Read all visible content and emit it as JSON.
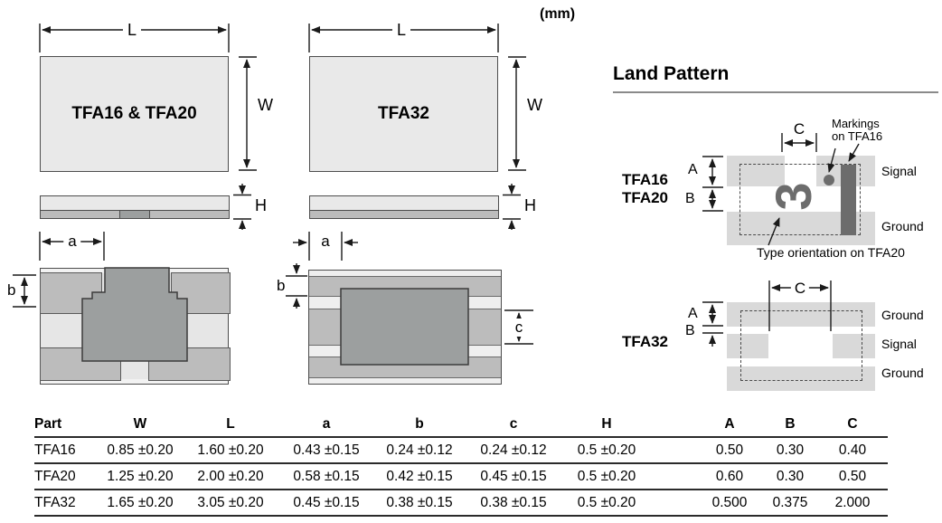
{
  "unit": "(mm)",
  "pkg1": {
    "title": "TFA16 & TFA20",
    "L": "L",
    "W": "W",
    "H": "H",
    "a": "a",
    "b": "b"
  },
  "pkg2": {
    "title": "TFA32",
    "L": "L",
    "W": "W",
    "H": "H",
    "a": "a",
    "b": "b",
    "c": "c"
  },
  "land": {
    "title": "Land Pattern",
    "p1": {
      "part1": "TFA16",
      "part2": "TFA20",
      "A": "A",
      "B": "B",
      "C": "C",
      "markings1": "Markings",
      "markings2": "on TFA16",
      "signal": "Signal",
      "ground": "Ground",
      "glyph": "3",
      "note": "Type orientation on TFA20"
    },
    "p2": {
      "part": "TFA32",
      "A": "A",
      "B": "B",
      "C": "C",
      "ground_top": "Ground",
      "signal": "Signal",
      "ground_bottom": "Ground"
    }
  },
  "table": {
    "headers": [
      "Part",
      "W",
      "L",
      "a",
      "b",
      "c",
      "H",
      "A",
      "B",
      "C"
    ],
    "rows": [
      [
        "TFA16",
        "0.85 ±0.20",
        "1.60 ±0.20",
        "0.43 ±0.15",
        "0.24 ±0.12",
        "0.24 ±0.12",
        "0.5 ±0.20",
        "0.50",
        "0.30",
        "0.40"
      ],
      [
        "TFA20",
        "1.25 ±0.20",
        "2.00 ±0.20",
        "0.58 ±0.15",
        "0.42 ±0.15",
        "0.45 ±0.15",
        "0.5 ±0.20",
        "0.60",
        "0.30",
        "0.50"
      ],
      [
        "TFA32",
        "1.65 ±0.20",
        "3.05 ±0.20",
        "0.45 ±0.15",
        "0.38 ±0.15",
        "0.38 ±0.15",
        "0.5 ±0.20",
        "0.500",
        "0.375",
        "2.000"
      ]
    ]
  },
  "colors": {
    "package_fill": "#e9e9e9",
    "pad_medium": "#bcbcbc",
    "shape_dark": "#9c9f9f",
    "land_pad": "#d9d9d9",
    "marking": "#6c6c6c",
    "line": "#1a1a1a"
  }
}
